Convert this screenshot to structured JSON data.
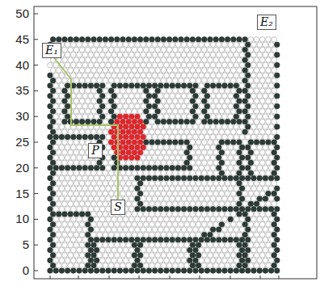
{
  "diagram": {
    "nodes": [
      {
        "text": [
          "E₁"
        ]
      },
      {
        "text": [
          "E₂"
        ]
      },
      {
        "text": [
          "P"
        ]
      },
      {
        "text": [
          "S"
        ]
      }
    ],
    "edges": [
      {
        "from": 3,
        "to": 0,
        "arrow": "none"
      }
    ],
    "labels": [
      "50",
      "45",
      "40",
      "35",
      "30",
      "25",
      "20",
      "15",
      "10",
      "5",
      "0"
    ]
  }
}
